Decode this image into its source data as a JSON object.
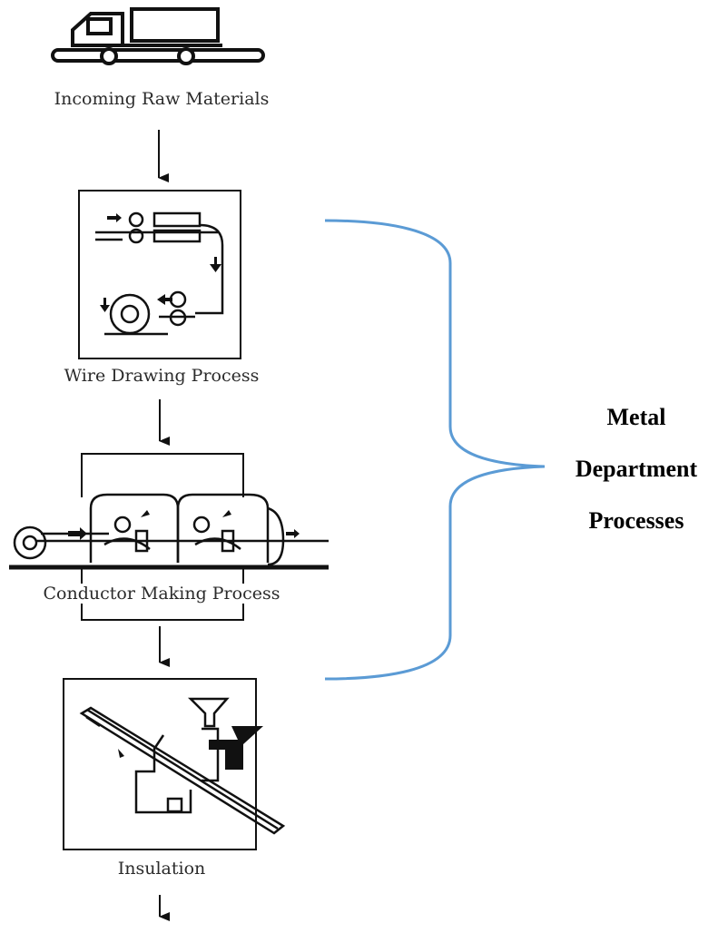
{
  "steps": [
    {
      "label": "Incoming Raw Materials",
      "icon": "truck-icon"
    },
    {
      "label": "Wire Drawing Process",
      "icon": "wire-drawing-machine-icon"
    },
    {
      "label": "Conductor Making Process",
      "icon": "stranding-machine-icon"
    },
    {
      "label": "Insulation",
      "icon": "extruder-icon"
    }
  ],
  "group": {
    "lines": [
      "Metal",
      "Department",
      "Processes"
    ],
    "brace_color": "#5b9bd5"
  }
}
